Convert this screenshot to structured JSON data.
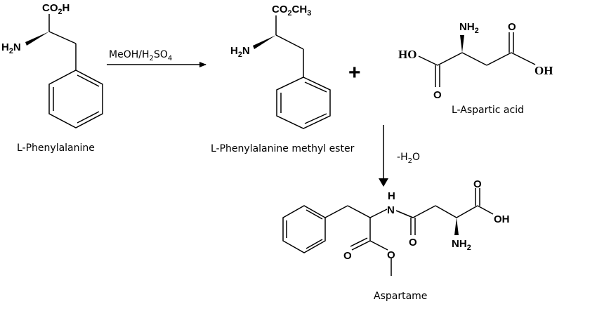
{
  "reaction_step1": {
    "reagent": "MeOH/H2SO4"
  },
  "reaction_step2": {
    "reagent": "-H2O"
  },
  "plus_sign": "+",
  "phenylalanine": {
    "name": "L-Phenylalanine",
    "labels": {
      "carboxyl": "CO2H",
      "amine": "H2N"
    }
  },
  "methyl_ester": {
    "name": "L-Phenylalanine methyl ester",
    "labels": {
      "ester": "CO2CH3",
      "amine": "H2N"
    }
  },
  "aspartic_acid": {
    "name": "L-Aspartic acid",
    "labels": {
      "hydroxyl_left": "HO",
      "oxygen_bottom": "O",
      "amine": "NH2",
      "oxygen_top": "O",
      "hydroxyl_right": "OH"
    }
  },
  "aspartame": {
    "name": "Aspartame",
    "labels": {
      "nh_h": "H",
      "nh_n": "N",
      "ester_o_double": "O",
      "ester_o_single": "O",
      "amide_o": "O",
      "amine": "NH2",
      "acid_o": "O",
      "acid_oh": "OH"
    }
  }
}
